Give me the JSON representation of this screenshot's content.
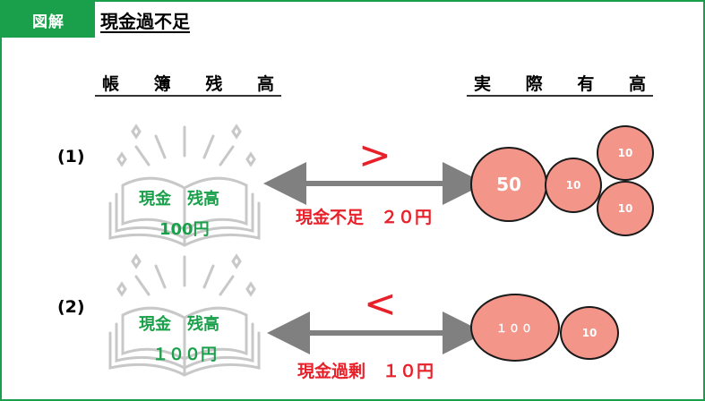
{
  "header": {
    "badge": "図解",
    "title": "現金過不足"
  },
  "columns": {
    "book": [
      "帳",
      "簿",
      "残",
      "高"
    ],
    "actual": [
      "実",
      "際",
      "有",
      "高"
    ]
  },
  "rows": [
    {
      "number": "(1)",
      "book_label": "現金　残高",
      "book_amount": "100円",
      "comparison": ">",
      "result": "現金不足　２０円",
      "coins": [
        "50",
        "10",
        "10",
        "10"
      ]
    },
    {
      "number": "(2)",
      "book_label": "現金　残高",
      "book_amount": "１００円",
      "comparison": "<",
      "result": "現金過剰　１０円",
      "coins": [
        "１００",
        "10"
      ]
    }
  ],
  "colors": {
    "accent": "#1aa04a",
    "alert": "#e8202a",
    "coin": "#f4958a",
    "book": "#c8c8c8",
    "arrow": "#808080"
  }
}
